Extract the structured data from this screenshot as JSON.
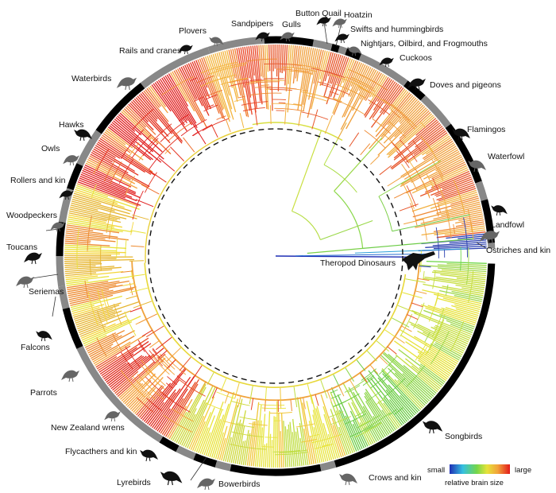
{
  "clades": [
    {
      "id": "theropods",
      "label": "Theropod Dinosaurs"
    },
    {
      "id": "ostriches",
      "label": "Ostriches and kin"
    },
    {
      "id": "landfowl",
      "label": "Landfowl"
    },
    {
      "id": "waterfowl",
      "label": "Waterfowl"
    },
    {
      "id": "flamingos",
      "label": "Flamingos"
    },
    {
      "id": "doves",
      "label": "Doves and pigeons"
    },
    {
      "id": "cuckoos",
      "label": "Cuckoos"
    },
    {
      "id": "nightjars",
      "label": "Nightjars, Oilbird, and Frogmouths"
    },
    {
      "id": "swifts",
      "label": "Swifts and hummingbirds"
    },
    {
      "id": "hoatzin",
      "label": "Hoatzin"
    },
    {
      "id": "buttonquail",
      "label": "Button Quail"
    },
    {
      "id": "gulls",
      "label": "Gulls"
    },
    {
      "id": "sandpipers",
      "label": "Sandpipers"
    },
    {
      "id": "plovers",
      "label": "Plovers"
    },
    {
      "id": "rails",
      "label": "Rails and cranes"
    },
    {
      "id": "waterbirds",
      "label": "Waterbirds"
    },
    {
      "id": "hawks",
      "label": "Hawks"
    },
    {
      "id": "owls",
      "label": "Owls"
    },
    {
      "id": "rollers",
      "label": "Rollers and kin"
    },
    {
      "id": "woodpeckers",
      "label": "Woodpeckers"
    },
    {
      "id": "toucans",
      "label": "Toucans"
    },
    {
      "id": "seriemas",
      "label": "Seriemas"
    },
    {
      "id": "falcons",
      "label": "Falcons"
    },
    {
      "id": "parrots",
      "label": "Parrots"
    },
    {
      "id": "nzwrens",
      "label": "New Zealand wrens"
    },
    {
      "id": "flycatchers",
      "label": "Flycacthers and kin"
    },
    {
      "id": "lyrebirds",
      "label": "Lyrebirds"
    },
    {
      "id": "bowerbirds",
      "label": "Bowerbirds"
    },
    {
      "id": "crows",
      "label": "Crows and kin"
    },
    {
      "id": "songbirds",
      "label": "Songbirds"
    }
  ],
  "legend": {
    "small": "small",
    "large": "large",
    "caption": "relative brain size",
    "colors": [
      "#1f2fb5",
      "#35c0e0",
      "#74d64a",
      "#e6e33a",
      "#f2a23a",
      "#e21a1a"
    ]
  }
}
